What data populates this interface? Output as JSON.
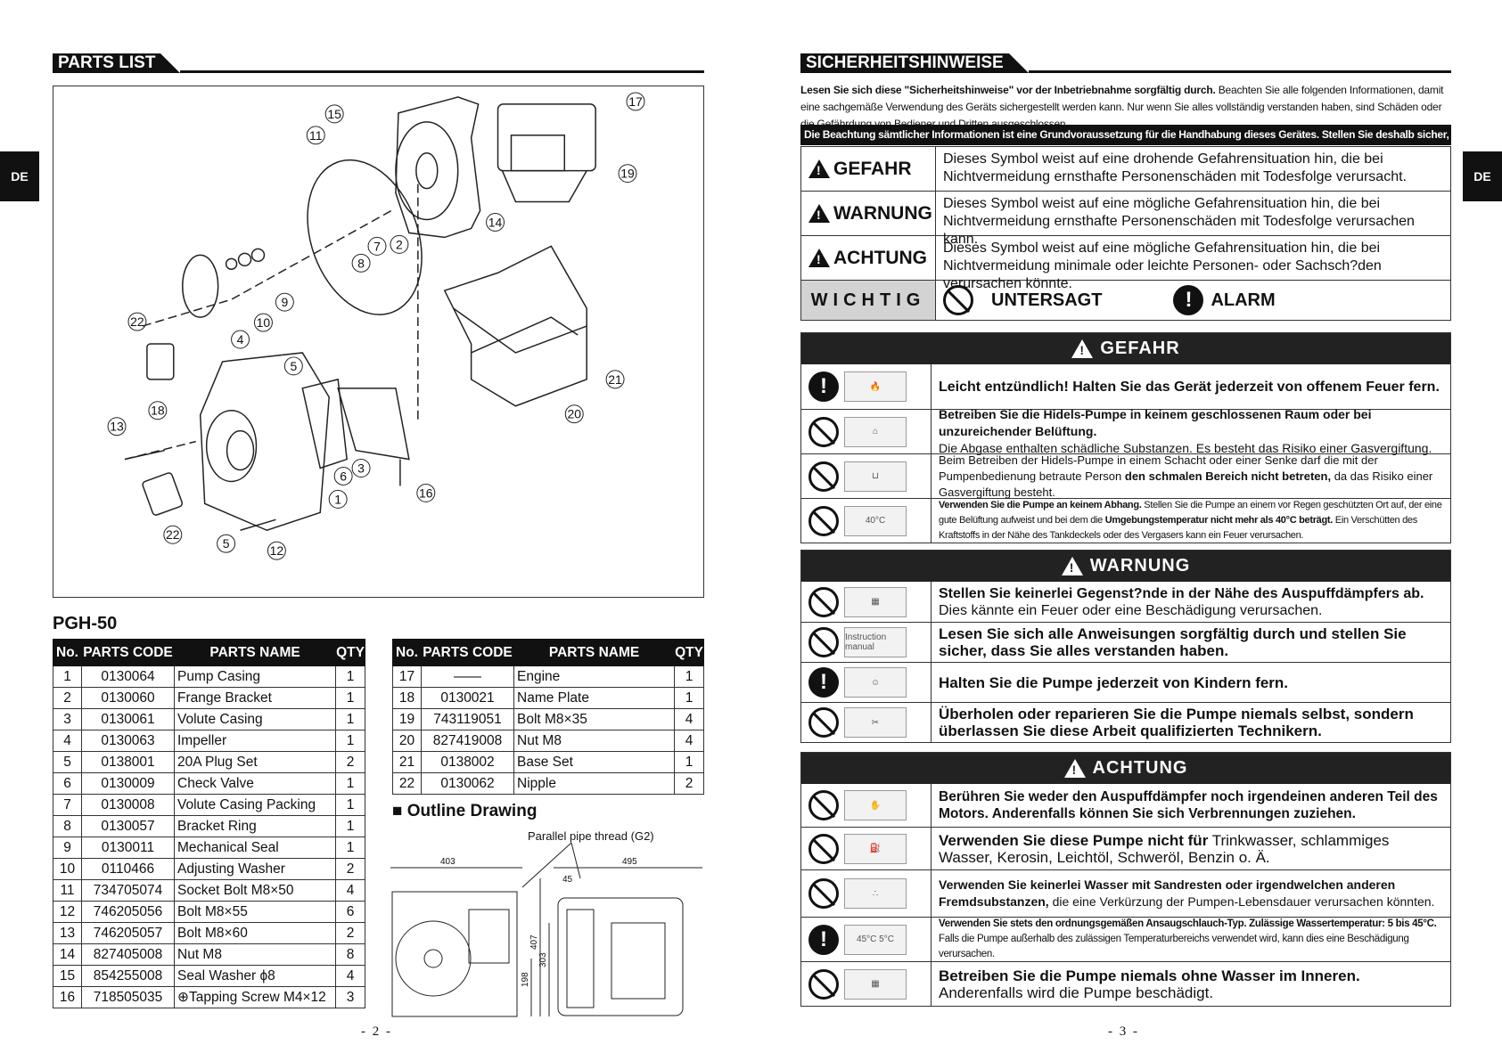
{
  "left_page": {
    "section_title": "PARTS LIST",
    "side_tab": "DE",
    "model": "PGH-50",
    "diagram_callouts": [
      "1",
      "2",
      "3",
      "4",
      "5",
      "5",
      "6",
      "7",
      "8",
      "9",
      "10",
      "11",
      "12",
      "13",
      "14",
      "15",
      "16",
      "17",
      "18",
      "19",
      "20",
      "21",
      "22",
      "22"
    ],
    "table_headers": {
      "no": "No.",
      "code": "PARTS CODE",
      "name": "PARTS NAME",
      "qty": "QTY"
    },
    "parts_left": [
      {
        "no": "1",
        "code": "0130064",
        "name": "Pump Casing",
        "qty": "1"
      },
      {
        "no": "2",
        "code": "0130060",
        "name": "Frange Bracket",
        "qty": "1"
      },
      {
        "no": "3",
        "code": "0130061",
        "name": "Volute Casing",
        "qty": "1"
      },
      {
        "no": "4",
        "code": "0130063",
        "name": "Impeller",
        "qty": "1"
      },
      {
        "no": "5",
        "code": "0138001",
        "name": "20A Plug Set",
        "qty": "2"
      },
      {
        "no": "6",
        "code": "0130009",
        "name": "Check Valve",
        "qty": "1"
      },
      {
        "no": "7",
        "code": "0130008",
        "name": "Volute Casing Packing",
        "qty": "1"
      },
      {
        "no": "8",
        "code": "0130057",
        "name": "Bracket Ring",
        "qty": "1"
      },
      {
        "no": "9",
        "code": "0130011",
        "name": "Mechanical Seal",
        "qty": "1"
      },
      {
        "no": "10",
        "code": "0110466",
        "name": "Adjusting Washer",
        "qty": "2"
      },
      {
        "no": "11",
        "code": "734705074",
        "name": "Socket Bolt M8×50",
        "qty": "4"
      },
      {
        "no": "12",
        "code": "746205056",
        "name": "Bolt M8×55",
        "qty": "6"
      },
      {
        "no": "13",
        "code": "746205057",
        "name": "Bolt M8×60",
        "qty": "2"
      },
      {
        "no": "14",
        "code": "827405008",
        "name": "Nut M8",
        "qty": "8"
      },
      {
        "no": "15",
        "code": "854255008",
        "name": "Seal Washer ϕ8",
        "qty": "4"
      },
      {
        "no": "16",
        "code": "718505035",
        "name": "⊕Tapping Screw M4×12",
        "qty": "3"
      }
    ],
    "parts_right": [
      {
        "no": "17",
        "code": "——",
        "name": "Engine",
        "qty": "1"
      },
      {
        "no": "18",
        "code": "0130021",
        "name": "Name Plate",
        "qty": "1"
      },
      {
        "no": "19",
        "code": "743119051",
        "name": "Bolt M8×35",
        "qty": "4"
      },
      {
        "no": "20",
        "code": "827419008",
        "name": "Nut M8",
        "qty": "4"
      },
      {
        "no": "21",
        "code": "0138002",
        "name": "Base Set",
        "qty": "1"
      },
      {
        "no": "22",
        "code": "0130062",
        "name": "Nipple",
        "qty": "2"
      }
    ],
    "outline_title": "■ Outline Drawing",
    "outline_labels": {
      "thread": "Parallel pipe thread (G2)",
      "w1": "403",
      "w2": "495",
      "d1": "45",
      "h1": "407",
      "h2": "303",
      "h3": "198"
    },
    "page_number": "- 2 -"
  },
  "right_page": {
    "section_title": "SICHERHEITSHINWEISE",
    "side_tab": "DE",
    "intro_bold": "Lesen Sie sich diese \"Sicherheitshinweise\" vor der Inbetriebnahme sorgfältig durch.",
    "intro_rest": " Beachten Sie alle folgenden Informationen, damit eine sachgemäße Verwendung des Geräts sichergestellt werden kann. Nur wenn Sie alles vollständig verstanden haben, sind Schäden oder die Gefährdung von Bediener und Dritten ausgeschlossen.",
    "note_bar": "Die Beachtung sämtlicher Informationen ist eine Grundvoraussetzung für die Handhabung dieses Gerätes. Stellen Sie deshalb sicher, dass Sie alle Anweisungen befolgen.",
    "signals": [
      {
        "word": "GEFAHR",
        "desc": "Dieses Symbol weist auf eine drohende Gefahrensituation hin, die bei Nichtvermeidung ernsthafte Personenschäden mit Todesfolge verursacht."
      },
      {
        "word": "WARNUNG",
        "desc": "Dieses Symbol weist auf eine mögliche Gefahrensituation hin, die bei Nichtvermeidung ernsthafte Personenschäden mit Todesfolge verursachen kann."
      },
      {
        "word": "ACHTUNG",
        "desc": "Dieses Symbol weist auf eine mögliche Gefahrensituation hin, die bei Nichtvermeidung minimale oder leichte Personen- oder Sachsch?den verursachen könnte."
      }
    ],
    "wichtig": "WICHTIG",
    "untersagt": "UNTERSAGT",
    "alarm": "ALARM",
    "gefahr_block": {
      "title": "GEFAHR",
      "rows": [
        {
          "a": "Leicht entzündlich! Halten Sie das Gerät jederzeit von offenem Feuer fern.",
          "b": ""
        },
        {
          "a": "Betreiben Sie die Hidels-Pumpe in keinem geschlossenen Raum oder bei unzureichender Belüftung.",
          "b": "Die Abgase enthalten schädliche Substanzen. Es besteht das Risiko einer Gasvergiftung."
        },
        {
          "a": "Beim Betreiben der Hidels-Pumpe in einem Schacht oder einer Senke darf die mit der Pumpenbedienung betraute Person ",
          "bold": "den schmalen Bereich nicht betreten,",
          "b": " da das Risiko einer Gasvergiftung besteht."
        },
        {
          "a": "Verwenden Sie die Pumpe an keinem Abhang.",
          "b": " Stellen Sie die Pumpe an einem vor Regen geschützten Ort auf, der eine gute Belüftung aufweist und bei dem die ",
          "bold": "Umgebungstemperatur nicht mehr als 40°C beträgt.",
          "c": " Ein Verschütten des Kraftstoffs in der Nähe des Tankdeckels oder des Vergasers kann ein Feuer verursachen."
        }
      ]
    },
    "warnung_block": {
      "title": "WARNUNG",
      "rows": [
        {
          "a": "Stellen Sie keinerlei Gegenst?nde in der Nähe des Auspuffdämpfers ab.",
          "b": "Dies kännte ein Feuer oder eine Beschädigung verursachen."
        },
        {
          "a": "Lesen Sie sich alle Anweisungen sorgfältig durch und stellen Sie sicher, dass Sie alles verstanden haben.",
          "b": ""
        },
        {
          "a": "Halten Sie die Pumpe jederzeit von Kindern fern.",
          "b": ""
        },
        {
          "a": "Überholen oder reparieren Sie die Pumpe niemals selbst, sondern überlassen Sie diese Arbeit qualifizierten Technikern.",
          "b": ""
        }
      ]
    },
    "achtung_block": {
      "title": "ACHTUNG",
      "rows": [
        {
          "a": "Berühren Sie weder den Auspuffdämpfer noch irgendeinen anderen Teil des Motors. Anderenfalls können Sie sich Verbrennungen zuziehen.",
          "b": ""
        },
        {
          "a": "Verwenden Sie diese Pumpe nicht für",
          "b": " Trinkwasser, schlammiges Wasser, Kerosin, Leichtöl, Schweröl, Benzin o. Ä."
        },
        {
          "a": "Verwenden Sie keinerlei Wasser mit Sandresten oder irgendwelchen anderen Fremdsubstanzen,",
          "b": " die eine Verkürzung der Pumpen-Lebensdauer verursachen könnten."
        },
        {
          "a": "Verwenden Sie stets den ordnungsgemäßen Ansaugschlauch-Typ. Zulässige Wassertemperatur: 5 bis 45°C.",
          "b": " Falls die Pumpe außerhalb des zulässigen Temperaturbereichs verwendet wird, kann dies eine Beschädigung verursachen."
        },
        {
          "a": "Betreiben Sie die Pumpe niemals ohne Wasser im Inneren.",
          "b": "Anderenfalls wird die Pumpe beschädigt."
        }
      ]
    },
    "icon_labels": {
      "manual": "Instruction manual",
      "t40": "40°C",
      "t45": "45°C",
      "t5": "5°C"
    },
    "page_number": "- 3 -"
  }
}
